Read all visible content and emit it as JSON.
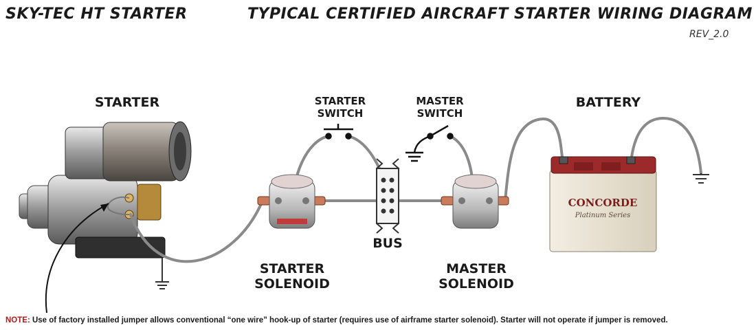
{
  "header": {
    "left_title": "SKY-TEC HT STARTER",
    "main_title": "TYPICAL CERTIFIED AIRCRAFT STARTER WIRING DIAGRAM",
    "revision": "REV_2.0"
  },
  "components": {
    "starter": "STARTER",
    "starter_switch_line1": "STARTER",
    "starter_switch_line2": "SWITCH",
    "master_switch_line1": "MASTER",
    "master_switch_line2": "SWITCH",
    "battery": "BATTERY",
    "bus": "BUS",
    "starter_solenoid_line1": "STARTER",
    "starter_solenoid_line2": "SOLENOID",
    "master_solenoid_line1": "MASTER",
    "master_solenoid_line2": "SOLENOID"
  },
  "battery_label": {
    "brand": "CONCORDE",
    "series": "Platinum Series"
  },
  "note": {
    "prefix": "NOTE:",
    "text": " Use of factory installed jumper allows conventional “one wire” hook-up of starter (requires use of airframe starter solenoid).  Starter will not operate if jumper is removed."
  },
  "colors": {
    "note_prefix": "#b11a1a",
    "battery_lid": "#9c2a2a",
    "battery_body": "#ece6d6",
    "wire": "#8a8a8a"
  }
}
